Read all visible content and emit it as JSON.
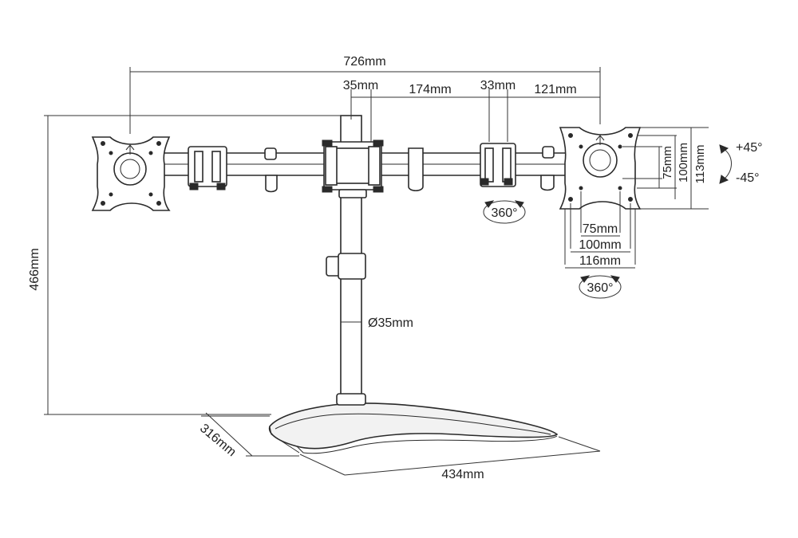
{
  "dimensions": {
    "overall_width": "726mm",
    "pole_to_clamp": "35mm",
    "arm_segment": "174mm",
    "clamp_width": "33mm",
    "clamp_to_plate": "121mm",
    "overall_height": "466mm",
    "pole_diameter": "Ø35mm",
    "base_depth": "316mm",
    "base_width": "434mm",
    "vesa_small": "75mm",
    "vesa_medium": "100mm",
    "plate_width": "116mm",
    "plate_height": "113mm"
  },
  "rotation": {
    "tilt_up": "+45°",
    "tilt_down": "-45°",
    "swivel_arm": "360°",
    "swivel_plate": "360°"
  }
}
